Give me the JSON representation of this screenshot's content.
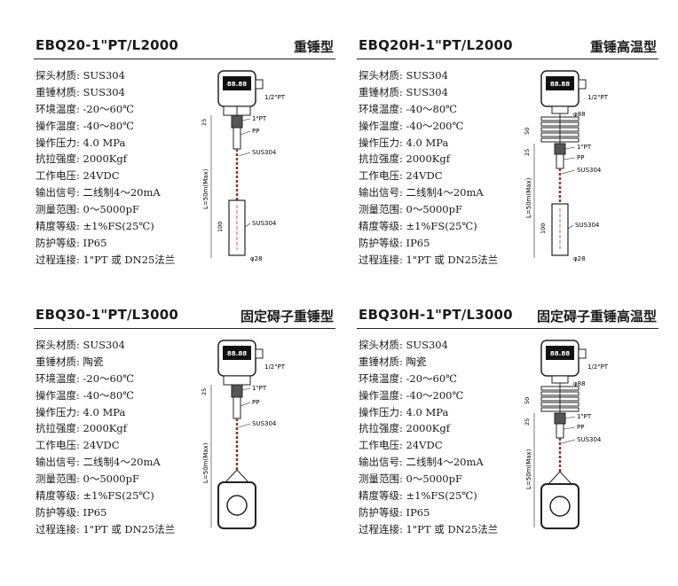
{
  "panels": [
    {
      "model": "EBQ20-1\"PT/L2000",
      "type": "重锤型",
      "specs": [
        "探头材质: SUS304",
        "重锤材质: SUS304",
        "环境温度: -20～60℃",
        "操作温度: -40～80℃",
        "操作压力: 4.0 MPa",
        "抗拉强度: 2000Kgf",
        "工作电压: 24VDC",
        "输出信号: 二线制4～20mA",
        "测量范围: 0～5000pF",
        "精度等级: ±1%FS(25℃)",
        "防护等级: IP65",
        "过程连接: 1\"PT 或 DN25法兰"
      ],
      "drawing": {
        "display": "88.88",
        "conduit": "1/2\"PT",
        "thread": "1\"PT",
        "sleeve": "PP",
        "rope": "SUS304",
        "dim_top": "25",
        "length": "L=50m(Max)",
        "dim_weight": "100",
        "weight_mat": "SUS304",
        "diameter": "φ28"
      }
    },
    {
      "model": "EBQ20H-1\"PT/L2000",
      "type": "重锤高温型",
      "specs": [
        "探头材质: SUS304",
        "重锤材质: SUS304",
        "环境温度: -40～80℃",
        "操作温度: -40～200℃",
        "操作压力: 4.0 MPa",
        "抗拉强度: 2000Kgf",
        "工作电压: 24VDC",
        "输出信号: 二线制4～20mA",
        "测量范围: 0～5000pF",
        "精度等级: ±1%FS(25℃)",
        "防护等级: IP65",
        "过程连接: 1\"PT 或 DN25法兰"
      ],
      "drawing": {
        "display": "88.88",
        "conduit": "1/2\"PT",
        "fins": "φ88",
        "dim_fins": "50",
        "thread": "1\"PT",
        "sleeve": "PP",
        "rope": "SUS304",
        "dim_top": "25",
        "length": "L=50m(Max)",
        "dim_weight": "100",
        "weight_mat": "SUS304",
        "diameter": "φ28"
      }
    },
    {
      "model": "EBQ30-1\"PT/L3000",
      "type": "固定碍子重锤型",
      "specs": [
        "探头材质: SUS304",
        "重锤材质: 陶瓷",
        "环境温度: -20～60℃",
        "操作温度: -40～80℃",
        "操作压力: 4.0 MPa",
        "抗拉强度: 2000Kgf",
        "工作电压: 24VDC",
        "输出信号: 二线制4～20mA",
        "测量范围: 0～5000pF",
        "精度等级: ±1%FS(25℃)",
        "防护等级: IP65",
        "过程连接: 1\"PT 或 DN25法兰"
      ],
      "drawing": {
        "display": "88.88",
        "conduit": "1/2\"PT",
        "thread": "1\"PT",
        "sleeve": "PP",
        "rope": "SUS304",
        "dim_top": "25",
        "length": "L=50m(Max)"
      }
    },
    {
      "model": "EBQ30H-1\"PT/L3000",
      "type": "固定碍子重锤高温型",
      "specs": [
        "探头材质: SUS304",
        "重锤材质: 陶瓷",
        "环境温度: -20～60℃",
        "操作温度: -40～200℃",
        "操作压力: 4.0 MPa",
        "抗拉强度: 2000Kgf",
        "工作电压: 24VDC",
        "输出信号: 二线制4～20mA",
        "测量范围: 0～5000pF",
        "精度等级: ±1%FS(25℃)",
        "防护等级: IP65",
        "过程连接: 1\"PT 或 DN25法兰"
      ],
      "drawing": {
        "display": "88.88",
        "conduit": "1/2\"PT",
        "fins": "φ88",
        "dim_fins": "50",
        "thread": "1\"PT",
        "sleeve": "PP",
        "rope": "SUS304",
        "dim_top": "25",
        "length": "L=50m(Max)"
      }
    }
  ]
}
